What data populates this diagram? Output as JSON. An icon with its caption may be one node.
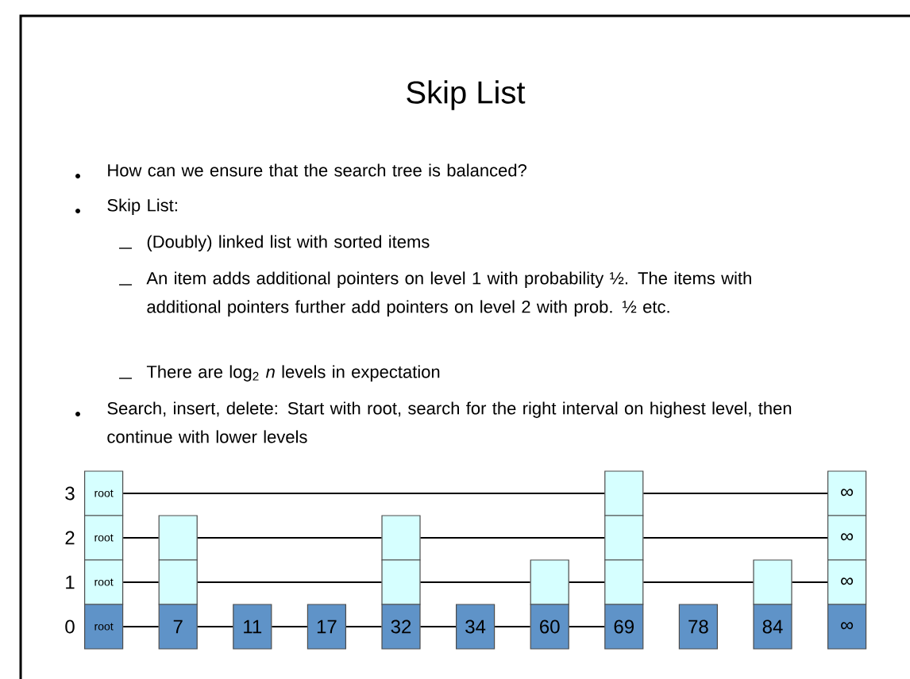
{
  "diagram": {
    "title": "Skip List",
    "nodes": [
      {
        "text": [
          "root"
        ]
      },
      {
        "text": [],
        "shape": "box"
      },
      {
        "text": [
          "∞"
        ]
      },
      {
        "text": [
          "root"
        ]
      },
      {
        "text": [],
        "shape": "box"
      },
      {
        "text": [],
        "shape": "box"
      },
      {
        "text": [],
        "shape": "box"
      },
      {
        "text": [
          "∞"
        ]
      },
      {
        "text": [
          "root"
        ]
      },
      {
        "text": [],
        "shape": "box"
      },
      {
        "text": [],
        "shape": "box"
      },
      {
        "text": [],
        "shape": "box"
      },
      {
        "text": [],
        "shape": "box"
      },
      {
        "text": [],
        "shape": "box"
      },
      {
        "text": [
          "∞"
        ]
      },
      {
        "text": [
          "root"
        ]
      },
      {
        "text": [
          "7"
        ]
      },
      {
        "text": [
          "11"
        ]
      },
      {
        "text": [
          "17"
        ]
      },
      {
        "text": [
          "32"
        ]
      },
      {
        "text": [
          "34"
        ]
      },
      {
        "text": [
          "60"
        ]
      },
      {
        "text": [
          "69"
        ]
      },
      {
        "text": [
          "78"
        ]
      },
      {
        "text": [
          "84"
        ]
      },
      {
        "text": [
          "∞"
        ]
      }
    ],
    "edges": [
      {
        "from": 0,
        "to": 1,
        "arrow": "none"
      },
      {
        "from": 1,
        "to": 2,
        "arrow": "none"
      },
      {
        "from": 3,
        "to": 4,
        "arrow": "none"
      },
      {
        "from": 4,
        "to": 5,
        "arrow": "none"
      },
      {
        "from": 5,
        "to": 6,
        "arrow": "none"
      },
      {
        "from": 6,
        "to": 7,
        "arrow": "none"
      },
      {
        "from": 8,
        "to": 9,
        "arrow": "none"
      },
      {
        "from": 9,
        "to": 10,
        "arrow": "none"
      },
      {
        "from": 10,
        "to": 11,
        "arrow": "none"
      },
      {
        "from": 11,
        "to": 12,
        "arrow": "none"
      },
      {
        "from": 12,
        "to": 13,
        "arrow": "none"
      },
      {
        "from": 13,
        "to": 14,
        "arrow": "none"
      },
      {
        "from": 15,
        "to": 16,
        "arrow": "none"
      },
      {
        "from": 16,
        "to": 17,
        "arrow": "none"
      },
      {
        "from": 17,
        "to": 18,
        "arrow": "none"
      },
      {
        "from": 18,
        "to": 19,
        "arrow": "none"
      },
      {
        "from": 19,
        "to": 20,
        "arrow": "none"
      },
      {
        "from": 20,
        "to": 21,
        "arrow": "none"
      },
      {
        "from": 21,
        "to": 22,
        "arrow": "none"
      }
    ],
    "labels": [
      "How can we ensure that the search tree is balanced?",
      "Skip List:",
      "(Doubly) linked list with sorted items",
      "An item adds additional pointers on level 1 with probability ½. The items with additional pointers  further add pointers on level 2 with prob. ½ etc.",
      "There are log$_{2}$ *n* levels in expectation",
      "Search, insert, delete: Start with root, search for the right interval on highest level, then continue with lower levels",
      "3",
      "2",
      "1",
      "0"
    ]
  }
}
